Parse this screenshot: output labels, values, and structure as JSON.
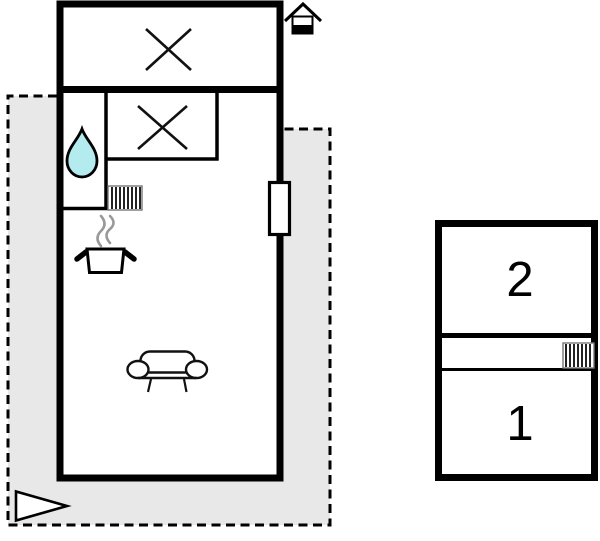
{
  "plan": {
    "annex": {
      "room1_label": "1",
      "room2_label": "2"
    },
    "colors": {
      "background": "#ffffff",
      "wall": "#000000",
      "terrace_fill": "#e8e8e8",
      "water_drop_fill": "#b3ebee",
      "steam_stroke": "#999999"
    },
    "icons": {
      "bed_main": "bed-x-icon",
      "bed_secondary": "bed-x-icon",
      "shower": "water-drop-icon",
      "radiator_main": "radiator-icon",
      "radiator_annex": "radiator-icon",
      "stove": "cooking-pot-steam-icon",
      "sofa": "sofa-icon",
      "entrance": "entrance-arrow-icon",
      "orientation": "house-icon",
      "door": "door-window-symbol"
    }
  }
}
